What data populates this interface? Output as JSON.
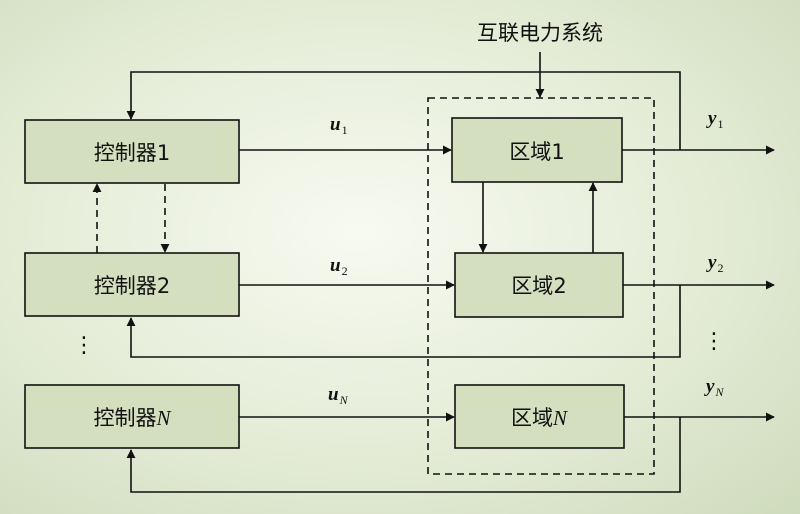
{
  "system_title": "互联电力系统",
  "controllers": [
    {
      "prefix": "控制器",
      "index": "1"
    },
    {
      "prefix": "控制器",
      "index": "2"
    },
    {
      "prefix": "控制器",
      "index": "N"
    }
  ],
  "areas": [
    {
      "prefix": "区域",
      "index": "1"
    },
    {
      "prefix": "区域",
      "index": "2"
    },
    {
      "prefix": "区域",
      "index": "N"
    }
  ],
  "inputs": [
    {
      "symbol": "u",
      "sub": "1"
    },
    {
      "symbol": "u",
      "sub": "2"
    },
    {
      "symbol": "u",
      "sub": "N"
    }
  ],
  "outputs": [
    {
      "symbol": "y",
      "sub": "1"
    },
    {
      "symbol": "y",
      "sub": "2"
    },
    {
      "symbol": "y",
      "sub": "N"
    }
  ],
  "ellipsis": "⋮"
}
